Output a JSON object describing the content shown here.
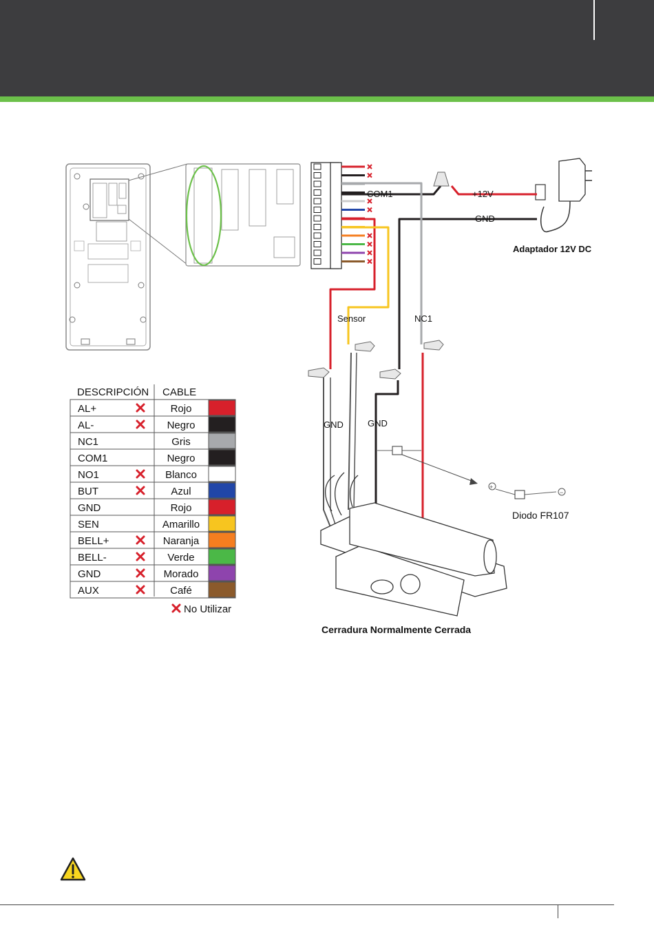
{
  "header": {
    "colors": {
      "band": "#3d3d3f",
      "accent": "#6cc04a"
    }
  },
  "table": {
    "columns": [
      "DESCRIPCIÓN",
      "CABLE"
    ],
    "rows": [
      {
        "desc": "AL+",
        "cable": "Rojo",
        "color": "#d7202b",
        "unused": true
      },
      {
        "desc": "AL-",
        "cable": "Negro",
        "color": "#231f20",
        "unused": true
      },
      {
        "desc": "NC1",
        "cable": "Gris",
        "color": "#a7a9ac",
        "unused": false
      },
      {
        "desc": "COM1",
        "cable": "Negro",
        "color": "#231f20",
        "unused": false
      },
      {
        "desc": "NO1",
        "cable": "Blanco",
        "color": "#ffffff",
        "unused": true
      },
      {
        "desc": "BUT",
        "cable": "Azul",
        "color": "#2146a8",
        "unused": true
      },
      {
        "desc": "GND",
        "cable": "Rojo",
        "color": "#d7202b",
        "unused": false
      },
      {
        "desc": "SEN",
        "cable": "Amarillo",
        "color": "#f7c51f",
        "unused": false
      },
      {
        "desc": "BELL+",
        "cable": "Naranja",
        "color": "#f57e20",
        "unused": true
      },
      {
        "desc": "BELL-",
        "cable": "Verde",
        "color": "#4bb847",
        "unused": true
      },
      {
        "desc": "GND",
        "cable": "Morado",
        "color": "#8e44ad",
        "unused": true
      },
      {
        "desc": "AUX",
        "cable": "Café",
        "color": "#8b5a2b",
        "unused": true
      }
    ],
    "legend": "No Utilizar",
    "unused_mark_icon": "cross-icon"
  },
  "wiring": {
    "labels": {
      "com1": "COM1",
      "plus12v": "+12V",
      "gnd_top": "GND",
      "adapter": "Adaptador 12V DC",
      "sensor": "Sensor",
      "nc1": "NC1",
      "gnd_left": "GND",
      "gnd_mid": "GND",
      "diode": "Diodo FR107",
      "lock": "Cerradura Normalmente Cerrada"
    },
    "terminal_wire_colors": [
      "#d7202b",
      "#231f20",
      "#a7a9ac",
      "#231f20",
      "#ffffff",
      "#2146a8",
      "#d7202b",
      "#f7c51f",
      "#f57e20",
      "#4bb847",
      "#8e44ad",
      "#8b5a2b"
    ]
  },
  "footer": {
    "warning_icon": "warning-icon"
  }
}
